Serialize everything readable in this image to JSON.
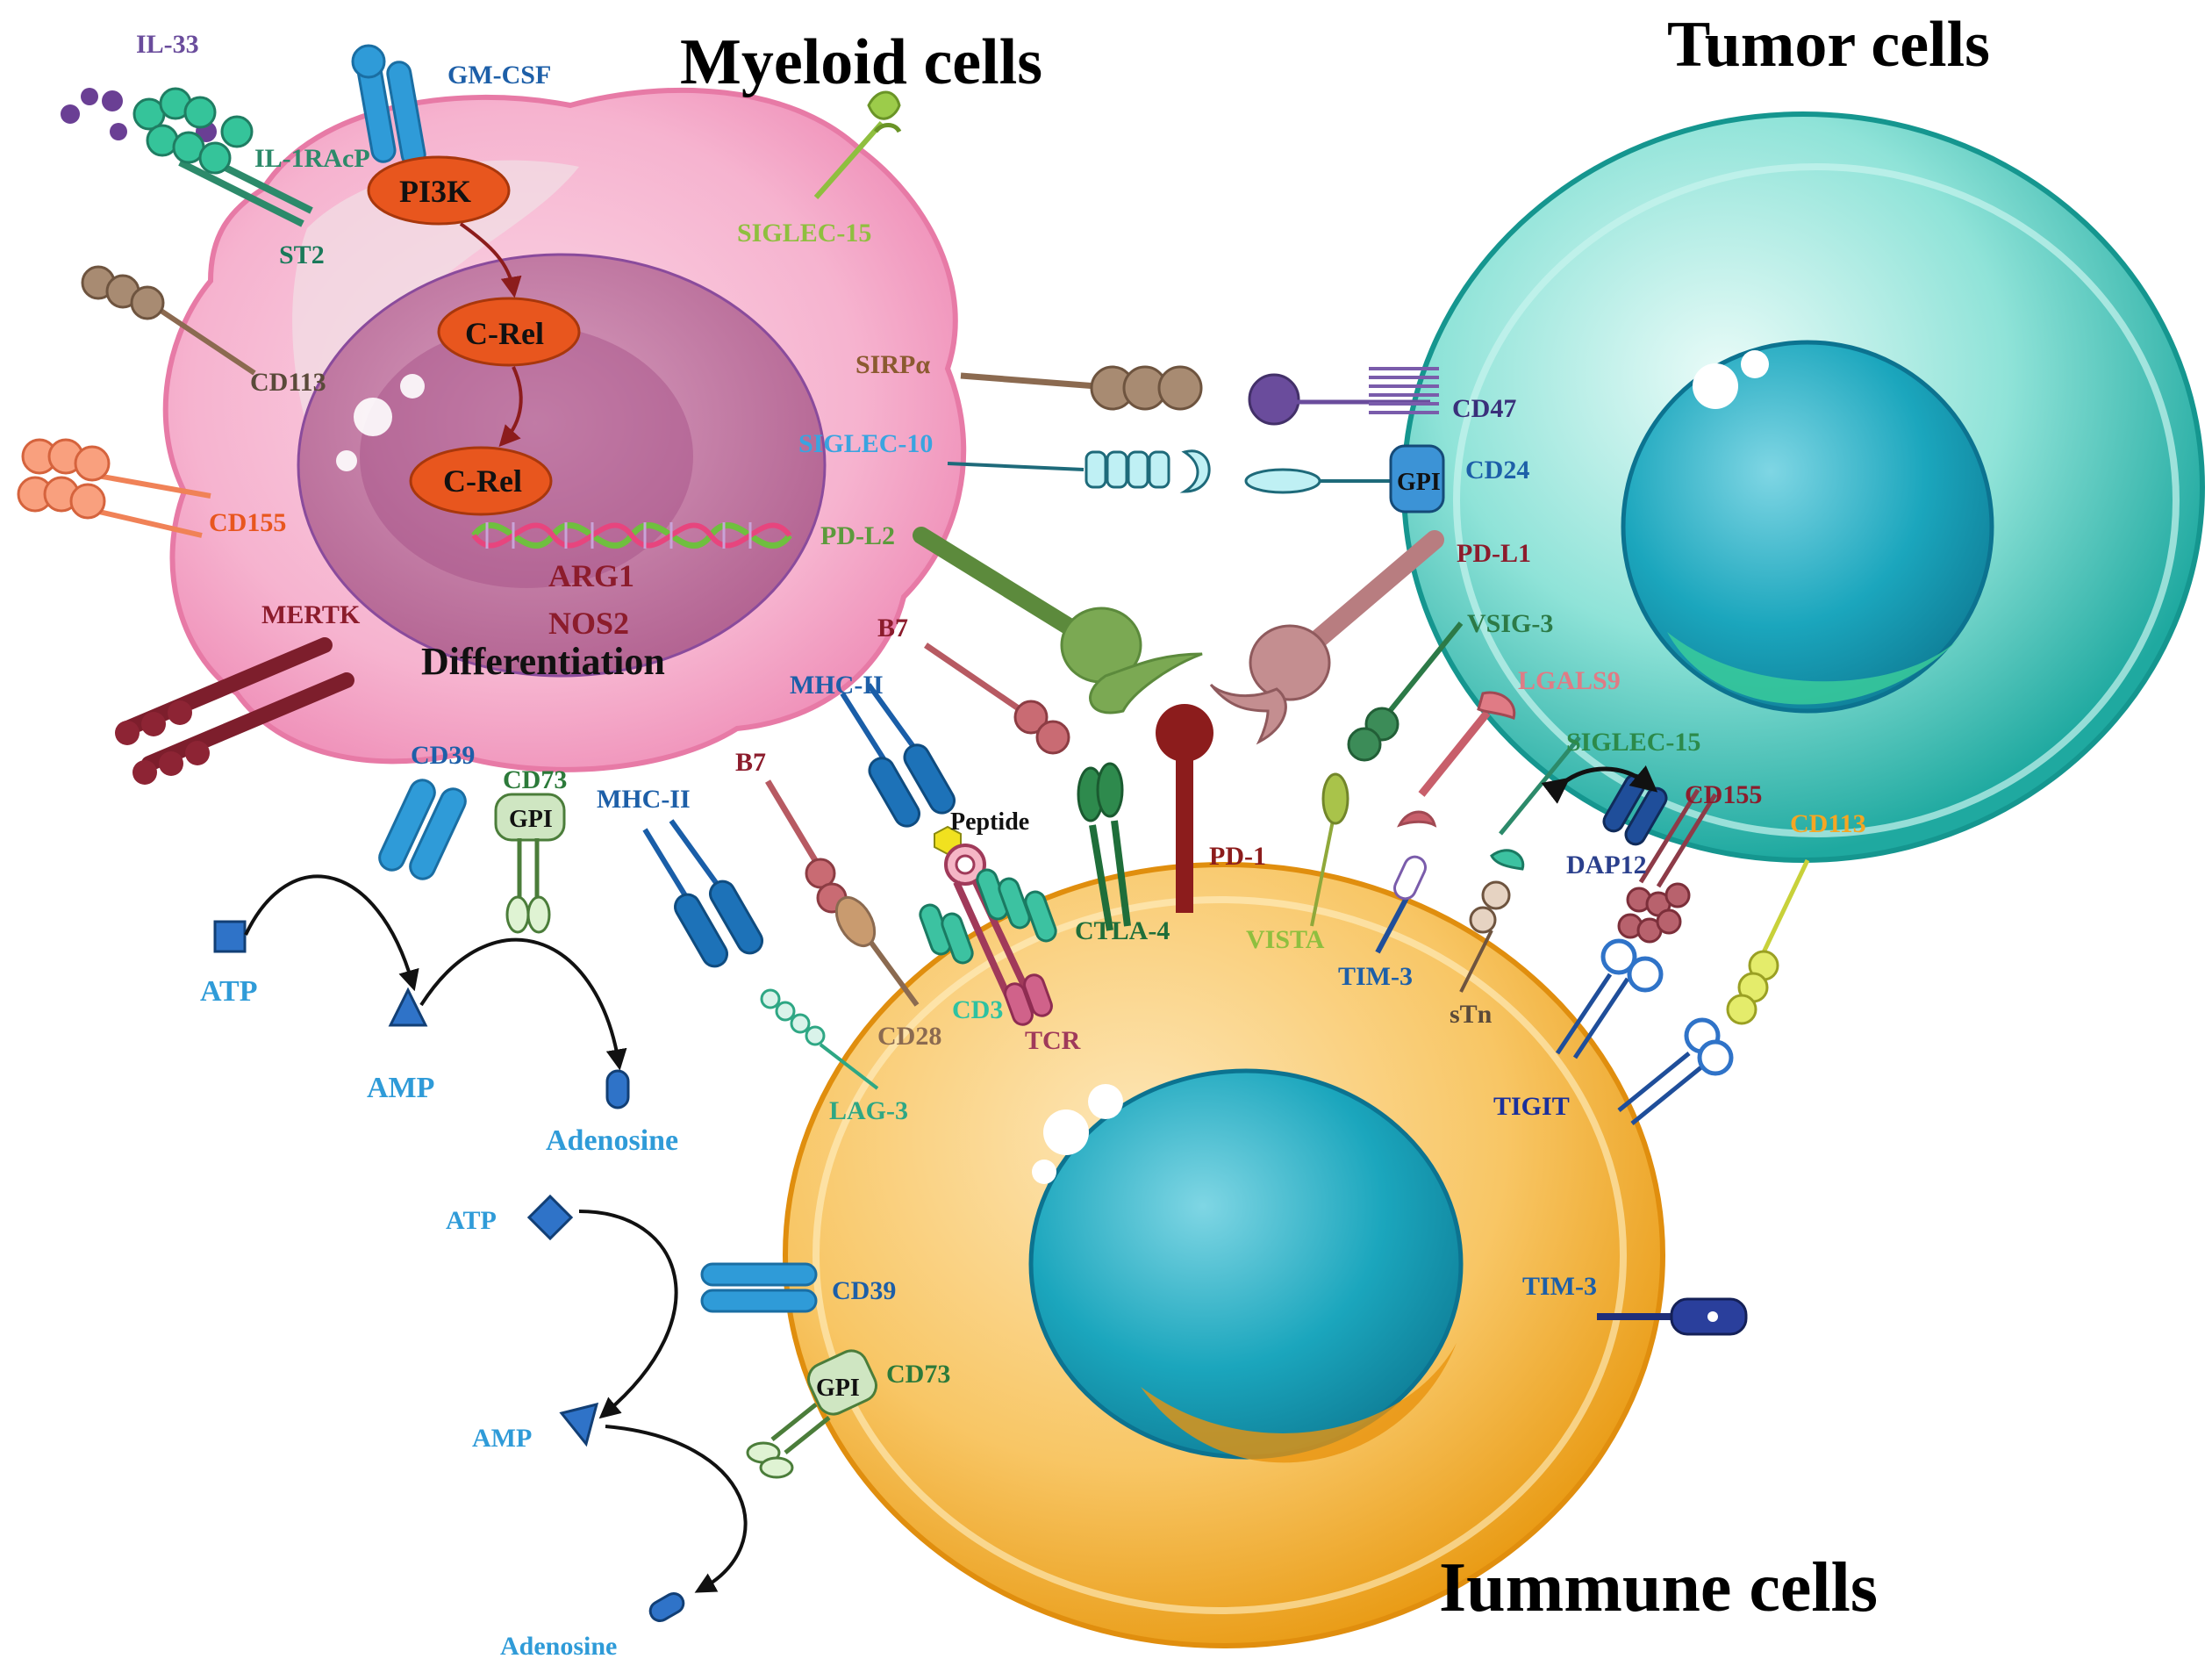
{
  "titles": {
    "myeloid": "Myeloid cells",
    "tumor": "Tumor cells",
    "immune": "Iummune cells"
  },
  "myeloid": {
    "il33": "IL-33",
    "gmcsf": "GM-CSF",
    "il1racp": "IL-1RAcP",
    "st2": "ST2",
    "pi3k": "PI3K",
    "crel1": "C-Rel",
    "crel2": "C-Rel",
    "arg1": "ARG1",
    "nos2": "NOS2",
    "differentiation": "Differentiation",
    "cd113": "CD113",
    "cd155": "CD155",
    "mertk": "MERTK",
    "siglec15": "SIGLEC-15",
    "sirpa": "SIRPα",
    "siglec10": "SIGLEC-10",
    "pdl2": "PD-L2",
    "b7_right": "B7",
    "mhcii_right": "MHC-II",
    "cd39": "CD39",
    "cd73": "CD73",
    "gpi": "GPI",
    "mhcii_left": "MHC-II",
    "b7_left": "B7",
    "atp": "ATP",
    "amp": "AMP",
    "adenosine": "Adenosine"
  },
  "tumor": {
    "cd47": "CD47",
    "cd24": "CD24",
    "gpi": "GPI",
    "pdl1": "PD-L1",
    "vsig3": "VSIG-3",
    "lgals9": "LGALS9",
    "siglec15": "SIGLEC-15",
    "cd155": "CD155",
    "dap12": "DAP12",
    "cd113": "CD113"
  },
  "immune": {
    "peptide": "Peptide",
    "pd1": "PD-1",
    "ctla4": "CTLA-4",
    "cd3": "CD3",
    "tcr": "TCR",
    "cd28": "CD28",
    "lag3": "LAG-3",
    "vista": "VISTA",
    "tim3": "TIM-3",
    "stn": "sTn",
    "tigit": "TIGIT",
    "tim3_lower": "TIM-3",
    "cd39": "CD39",
    "cd73": "CD73",
    "gpi": "GPI",
    "atp": "ATP",
    "amp": "AMP",
    "adenosine": "Adenosine"
  },
  "colors": {
    "myeloid_membrane": "#f6a9c8",
    "myeloid_nucleus": "#c9789f",
    "tumor_cell": "#2fb8b0",
    "tumor_nucleus": "#19a3b8",
    "immune_cell": "#f4b43e",
    "immune_nucleus": "#1aa0b6",
    "signal_node": "#e8561e"
  }
}
